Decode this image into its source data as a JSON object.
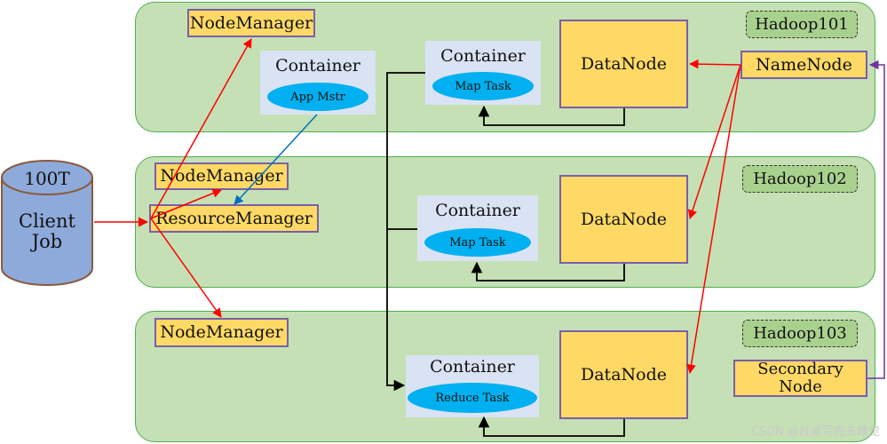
{
  "client": {
    "top_label": "100T",
    "body_label": "Client\nJob"
  },
  "panels": [
    {
      "host": "Hadoop101"
    },
    {
      "host": "Hadoop102"
    },
    {
      "host": "Hadoop103"
    }
  ],
  "nodes": {
    "nodemanager_1": "NodeManager",
    "nodemanager_2": "NodeManager",
    "nodemanager_3": "NodeManager",
    "resourcemanager": "ResourceManager",
    "namenode": "NameNode",
    "secondary_namenode": "Secondary\nNode",
    "datanode_1": "DataNode",
    "datanode_2": "DataNode",
    "datanode_3": "DataNode"
  },
  "containers": {
    "app_master": {
      "title": "Container",
      "task": "App Mstr"
    },
    "map_1": {
      "title": "Container",
      "task": "Map Task"
    },
    "map_2": {
      "title": "Container",
      "task": "Map Task"
    },
    "reduce": {
      "title": "Container",
      "task": "Reduce Task"
    }
  },
  "watermark": "CSDN @赶紧写完去睡觉",
  "colors": {
    "panel_fill": "#c5e0b4",
    "node_fill": "#ffd966",
    "container_fill": "#dae3f3",
    "task_fill": "#00b0f0",
    "client_fill": "#8eaadb",
    "arrow_red": "#ff0000",
    "arrow_blue": "#0070c0",
    "arrow_purple": "#7030a0"
  }
}
